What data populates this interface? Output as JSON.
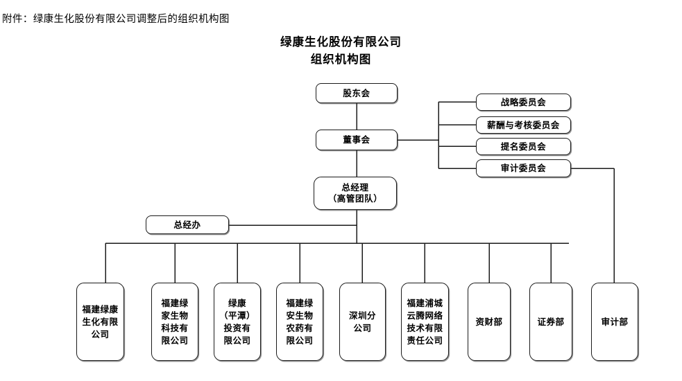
{
  "document": {
    "note": "附件：绿康生化股份有限公司调整后的组织机构图",
    "title_line1": "绿康生化股份有限公司",
    "title_line2": "组织机构图"
  },
  "colors": {
    "stroke": "#1a1a1a",
    "background": "#ffffff",
    "text": "#000000"
  },
  "chart_data": {
    "type": "diagram",
    "title": "绿康生化股份有限公司组织机构图",
    "nodes": [
      {
        "id": "shareholders",
        "label": "股东会",
        "level": 0
      },
      {
        "id": "board",
        "label": "董事会",
        "level": 1
      },
      {
        "id": "gm",
        "label": "总经理\n（高管团队）",
        "level": 2
      },
      {
        "id": "gm-office",
        "label": "总经办",
        "level": 3
      },
      {
        "id": "cmt-strategy",
        "label": "战略委员会",
        "level": 2
      },
      {
        "id": "cmt-remuneration",
        "label": "薪酬与考核委员会",
        "level": 2
      },
      {
        "id": "cmt-nomination",
        "label": "提名委员会",
        "level": 2
      },
      {
        "id": "cmt-audit",
        "label": "审计委员会",
        "level": 2
      }
    ],
    "committees": [
      "战略委员会",
      "薪酬与考核委员会",
      "提名委员会",
      "审计委员会"
    ],
    "departments": [
      "福建绿康\n生化有限\n公司",
      "福建绿\n家生物\n科技有\n限公司",
      "绿康\n（平潭）\n投资有\n限公司",
      "福建绿\n安生物\n农药有\n限公司",
      "深圳分\n公司",
      "福建浦城\n云腾网络\n技术有限\n责任公司",
      "资财部",
      "证券部",
      "审计部"
    ],
    "edges": [
      {
        "from": "shareholders",
        "to": "board"
      },
      {
        "from": "board",
        "to": "cmt-strategy"
      },
      {
        "from": "board",
        "to": "cmt-remuneration"
      },
      {
        "from": "board",
        "to": "cmt-nomination"
      },
      {
        "from": "board",
        "to": "cmt-audit"
      },
      {
        "from": "board",
        "to": "gm"
      },
      {
        "from": "gm",
        "to": "gm-office"
      },
      {
        "from": "gm",
        "to": "福建绿康生化有限公司"
      },
      {
        "from": "gm",
        "to": "福建绿家生物科技有限公司"
      },
      {
        "from": "gm",
        "to": "绿康（平潭）投资有限公司"
      },
      {
        "from": "gm",
        "to": "福建绿安生物农药有限公司"
      },
      {
        "from": "gm",
        "to": "深圳分公司"
      },
      {
        "from": "gm",
        "to": "福建浦城云腾网络技术有限责任公司"
      },
      {
        "from": "gm",
        "to": "资财部"
      },
      {
        "from": "gm",
        "to": "证券部"
      },
      {
        "from": "cmt-audit",
        "to": "审计部"
      }
    ]
  }
}
